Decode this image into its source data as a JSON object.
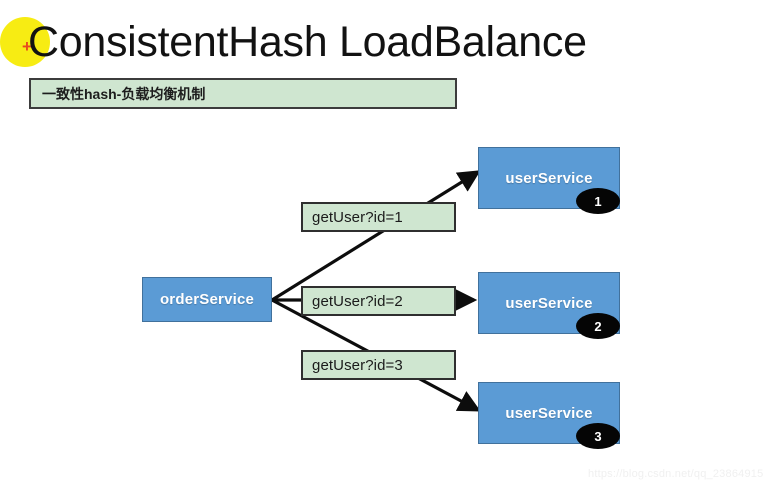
{
  "slide": {
    "title": "ConsistentHash LoadBalance",
    "subtitle": "一致性hash-负载均衡机制",
    "highlight_mark": "+",
    "background_color": "#ffffff",
    "highlight_color": "#f7ec13",
    "accent_blue": "#5b9bd5",
    "accent_green": "#cfe6d0",
    "badge_color": "#050505"
  },
  "diagram": {
    "type": "flow",
    "source_node": {
      "id": "orderService",
      "label": "orderService"
    },
    "target_nodes": [
      {
        "id": "userService-1",
        "label": "userService",
        "badge": "1"
      },
      {
        "id": "userService-2",
        "label": "userService",
        "badge": "2"
      },
      {
        "id": "userService-3",
        "label": "userService",
        "badge": "3"
      }
    ],
    "edges": [
      {
        "from": "orderService",
        "to": "userService-1",
        "label": "getUser?id=1"
      },
      {
        "from": "orderService",
        "to": "userService-2",
        "label": "getUser?id=2"
      },
      {
        "from": "orderService",
        "to": "userService-3",
        "label": "getUser?id=3"
      }
    ]
  },
  "watermark": {
    "text": "https://blog.csdn.net/qq_23864915"
  }
}
